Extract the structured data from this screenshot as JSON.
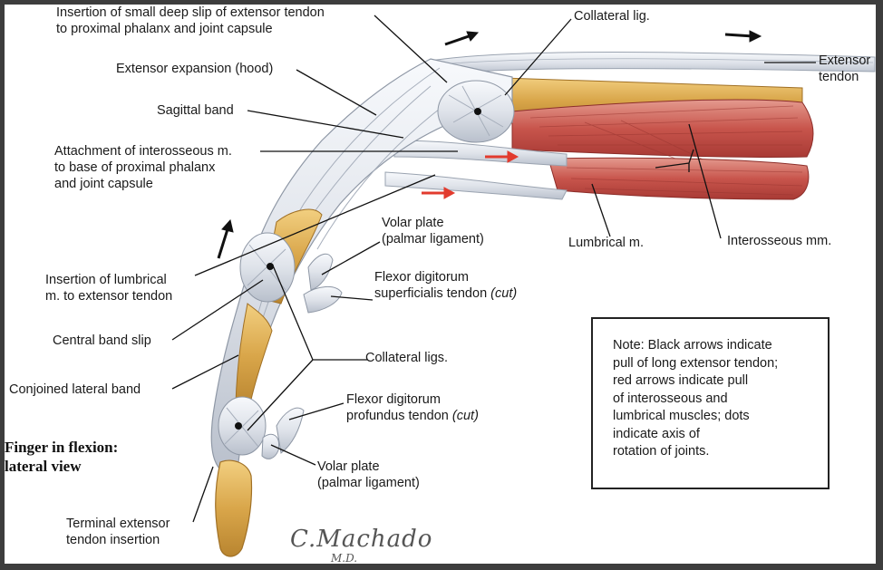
{
  "labels": {
    "insertion_small_slip_1": "Insertion of small deep slip of extensor tendon",
    "insertion_small_slip_2": "to proximal phalanx and joint capsule",
    "extensor_expansion": "Extensor expansion (hood)",
    "sagittal_band": "Sagittal band",
    "attachment_interosseous_1": "Attachment of interosseous m.",
    "attachment_interosseous_2": "to base of proximal phalanx",
    "attachment_interosseous_3": "and joint capsule",
    "collateral_lig": "Collateral lig.",
    "extensor_tendon_1": "Extensor",
    "extensor_tendon_2": "tendon",
    "lumbrical_m": "Lumbrical m.",
    "interosseous_mm": "Interosseous mm.",
    "volar_plate_top_1": "Volar plate",
    "volar_plate_top_2": "(palmar ligament)",
    "insertion_lumbrical_1": "Insertion of lumbrical",
    "insertion_lumbrical_2": "m. to extensor tendon",
    "fds_1": "Flexor digitorum",
    "fds_2": "superficialis tendon",
    "fds_cut": "(cut)",
    "central_band_slip": "Central band slip",
    "collateral_ligs": "Collateral ligs.",
    "conjoined_lateral_band": "Conjoined lateral band",
    "fdp_1": "Flexor digitorum",
    "fdp_2": "profundus tendon",
    "fdp_cut": "(cut)",
    "volar_plate_bottom_1": "Volar plate",
    "volar_plate_bottom_2": "(palmar ligament)",
    "terminal_extensor_1": "Terminal extensor",
    "terminal_extensor_2": "tendon insertion"
  },
  "title": {
    "line1": "Finger in flexion:",
    "line2": "lateral view"
  },
  "note": "Note: Black arrows indicate\npull of long extensor tendon;\nred arrows indicate pull\nof interosseous and\nlumbrical muscles; dots\nindicate axis of\nrotation of joints.",
  "signature": {
    "name": "C.Machado",
    "suffix": "M.D."
  },
  "colors": {
    "bone": "#d9a64a",
    "tendon": "#dfe3ea",
    "muscle": "#c8554c",
    "red_arrow": "#e23b2e",
    "black_arrow": "#111111"
  }
}
